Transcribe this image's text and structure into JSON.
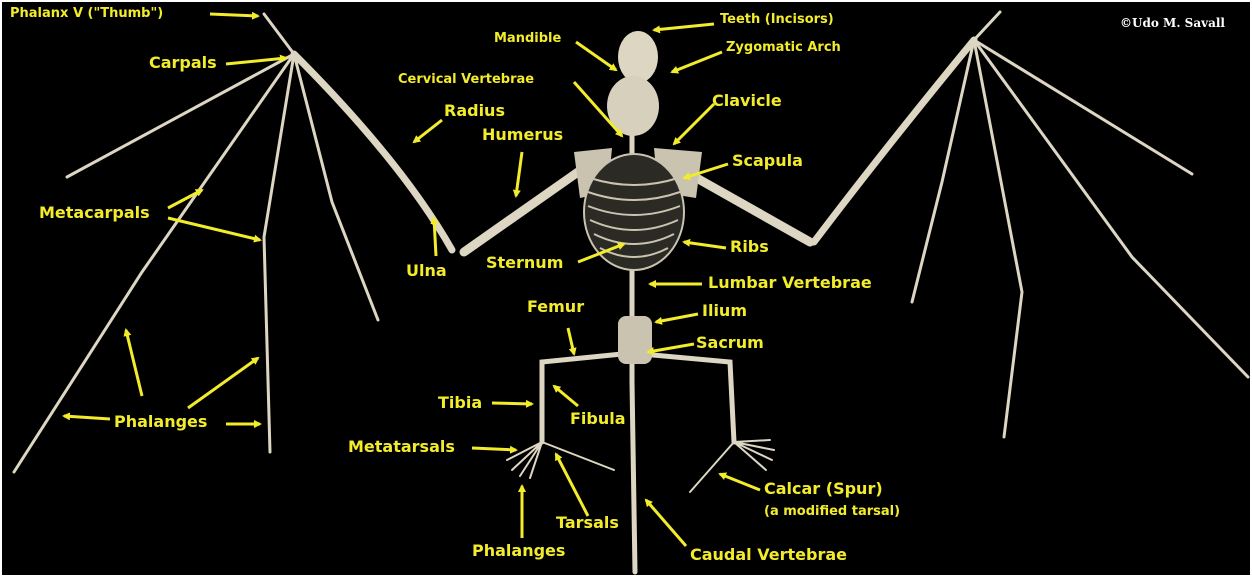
{
  "colors": {
    "background": "#000000",
    "label": "#f2ec2c",
    "bone": "#dcd6c2",
    "credit": "#ffffff"
  },
  "credit": "©Udo M. Savall",
  "labels": {
    "phalanx_v_thumb": "Phalanx V (\"Thumb\")",
    "carpals": "Carpals",
    "metacarpals": "Metacarpals",
    "phalanges_wing": "Phalanges",
    "mandible": "Mandible",
    "teeth": "Teeth (Incisors)",
    "zygomatic_arch": "Zygomatic Arch",
    "cervical_vertebrae": "Cervical Vertebrae",
    "radius": "Radius",
    "humerus": "Humerus",
    "clavicle": "Clavicle",
    "scapula": "Scapula",
    "ribs": "Ribs",
    "sternum": "Sternum",
    "ulna": "Ulna",
    "lumbar_vertebrae": "Lumbar Vertebrae",
    "femur": "Femur",
    "ilium": "Ilium",
    "sacrum": "Sacrum",
    "tibia": "Tibia",
    "fibula": "Fibula",
    "metatarsals": "Metatarsals",
    "calcar": "Calcar (Spur)",
    "calcar_note": "(a modified tarsal)",
    "phalanges_foot": "Phalanges",
    "tarsals": "Tarsals",
    "caudal_vertebrae": "Caudal Vertebrae"
  }
}
